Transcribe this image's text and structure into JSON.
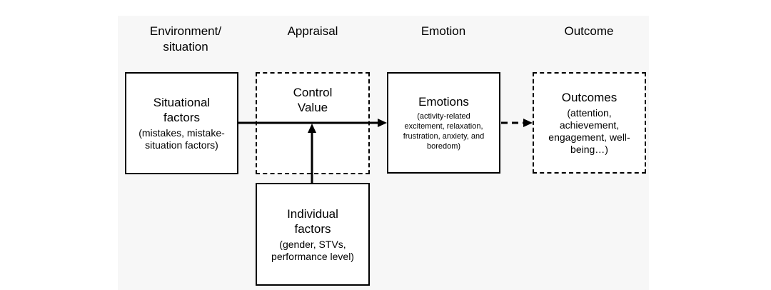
{
  "headers": {
    "environment_line1": "Environment/",
    "environment_line2": "situation",
    "appraisal": "Appraisal",
    "emotion": "Emotion",
    "outcome": "Outcome"
  },
  "boxes": {
    "situational": {
      "title_line1": "Situational",
      "title_line2": "factors",
      "detail_line1": "(mistakes, mistake-",
      "detail_line2": "situation factors)",
      "border": "solid"
    },
    "appraisal": {
      "title_line1": "Control",
      "title_line2": "Value",
      "border": "dashed"
    },
    "emotions": {
      "title": "Emotions",
      "detail_line1": "(activity-related",
      "detail_line2": "excitement, relaxation,",
      "detail_line3": "frustration, anxiety, and",
      "detail_line4": "boredom)",
      "border": "solid"
    },
    "outcomes": {
      "title": "Outcomes",
      "detail_line1": "(attention,",
      "detail_line2": "achievement,",
      "detail_line3": "engagement, well-",
      "detail_line4": "being…)",
      "border": "dashed"
    },
    "individual": {
      "title_line1": "Individual",
      "title_line2": "factors",
      "detail_line1": "(gender, STVs,",
      "detail_line2": "performance level)",
      "border": "solid"
    }
  },
  "connectors": [
    {
      "from": "situational",
      "to": "emotions",
      "style": "solid"
    },
    {
      "from": "individual",
      "to": "appraisal",
      "style": "solid"
    },
    {
      "from": "emotions",
      "to": "outcomes",
      "style": "dashed"
    }
  ],
  "colors": {
    "background": "#ffffff",
    "panel": "#f7f7f7",
    "stroke": "#000000"
  }
}
